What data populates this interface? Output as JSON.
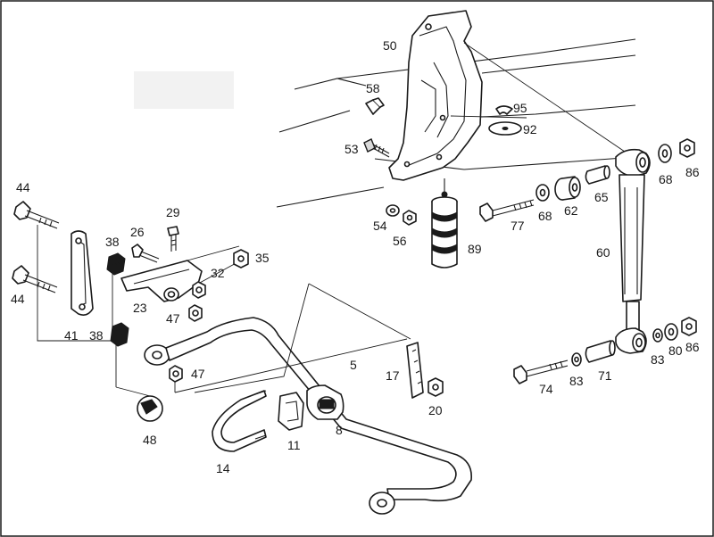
{
  "diagram": {
    "labels": {
      "l5": "5",
      "l8": "8",
      "l11": "11",
      "l14": "14",
      "l17": "17",
      "l20": "20",
      "l23": "23",
      "l26": "26",
      "l29": "29",
      "l32": "32",
      "l35": "35",
      "l38a": "38",
      "l38b": "38",
      "l41": "41",
      "l44a": "44",
      "l44b": "44",
      "l47a": "47",
      "l47b": "47",
      "l48": "48",
      "l50": "50",
      "l53": "53",
      "l54": "54",
      "l56": "56",
      "l58": "58",
      "l60": "60",
      "l62": "62",
      "l65": "65",
      "l68a": "68",
      "l68b": "68",
      "l71": "71",
      "l74": "74",
      "l77": "77",
      "l80": "80",
      "l83a": "83",
      "l83b": "83",
      "l86a": "86",
      "l86b": "86",
      "l89": "89",
      "l92": "92",
      "l95": "95"
    }
  }
}
